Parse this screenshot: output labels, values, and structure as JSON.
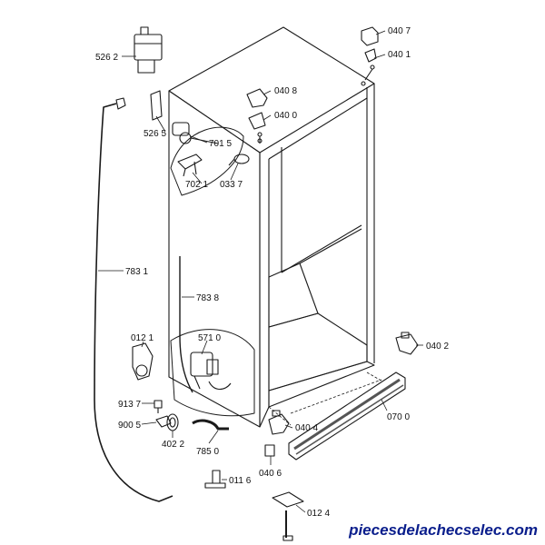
{
  "diagram": {
    "type": "exploded-parts-view",
    "parts": [
      {
        "id": "p5262",
        "label": "526 2"
      },
      {
        "id": "p0407",
        "label": "040 7"
      },
      {
        "id": "p0401",
        "label": "040 1"
      },
      {
        "id": "p0408",
        "label": "040 8"
      },
      {
        "id": "p0400",
        "label": "040 0"
      },
      {
        "id": "p5265",
        "label": "526 5"
      },
      {
        "id": "p7015",
        "label": "701 5"
      },
      {
        "id": "p7021",
        "label": "702 1"
      },
      {
        "id": "p0337",
        "label": "033 7"
      },
      {
        "id": "p7831",
        "label": "783 1"
      },
      {
        "id": "p7838",
        "label": "783 8"
      },
      {
        "id": "p0121",
        "label": "012 1"
      },
      {
        "id": "p5710",
        "label": "571 0"
      },
      {
        "id": "p0402",
        "label": "040 2"
      },
      {
        "id": "p9137",
        "label": "913 7"
      },
      {
        "id": "p9005",
        "label": "900 5"
      },
      {
        "id": "p4022",
        "label": "402 2"
      },
      {
        "id": "p7850",
        "label": "785 0"
      },
      {
        "id": "p0404",
        "label": "040 4"
      },
      {
        "id": "p0700",
        "label": "070 0"
      },
      {
        "id": "p0406",
        "label": "040 6"
      },
      {
        "id": "p0116",
        "label": "011 6"
      },
      {
        "id": "p0124",
        "label": "012 4"
      }
    ]
  },
  "watermark": "piecesdelachecselec.com",
  "colors": {
    "line": "#1a1a1a",
    "gasket": "#555555",
    "watermark": "#0a1e8c"
  }
}
